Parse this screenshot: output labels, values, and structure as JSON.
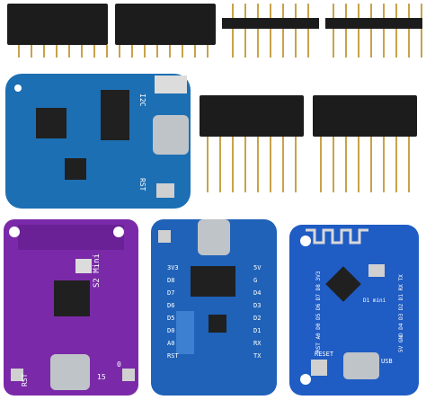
{
  "colors": {
    "background": "#ffffff",
    "header_plastic": "#1c1c1c",
    "pin_gold": "#c9a24a",
    "board_blue_top": "#1d6fb3",
    "board_purple": "#7a2aa8",
    "board_blue_mid": "#1f62b8",
    "board_blue_right": "#1f5cc4"
  },
  "boards": {
    "top": {
      "label_i2c": "I2C",
      "label_rst": "RST"
    },
    "purple": {
      "model": "S2 Mini",
      "label_rst": "RST",
      "label_pin": "15",
      "label_zero": "0"
    },
    "middle": {
      "left_pins": [
        "3V3",
        "D8",
        "D7",
        "D6",
        "D5",
        "D0",
        "A0",
        "RST"
      ],
      "right_pins": [
        "5V",
        "G",
        "D4",
        "D3",
        "D2",
        "D1",
        "RX",
        "TX"
      ]
    },
    "right": {
      "top_pins": "RST A0 D0 D5 D6 D7 D8 3V3",
      "side_pins": "5V GND D4 D3 D2 D1 RX TX",
      "reset_label": "RESET",
      "usb_label": "USB",
      "led_label": "D1 mini"
    }
  }
}
